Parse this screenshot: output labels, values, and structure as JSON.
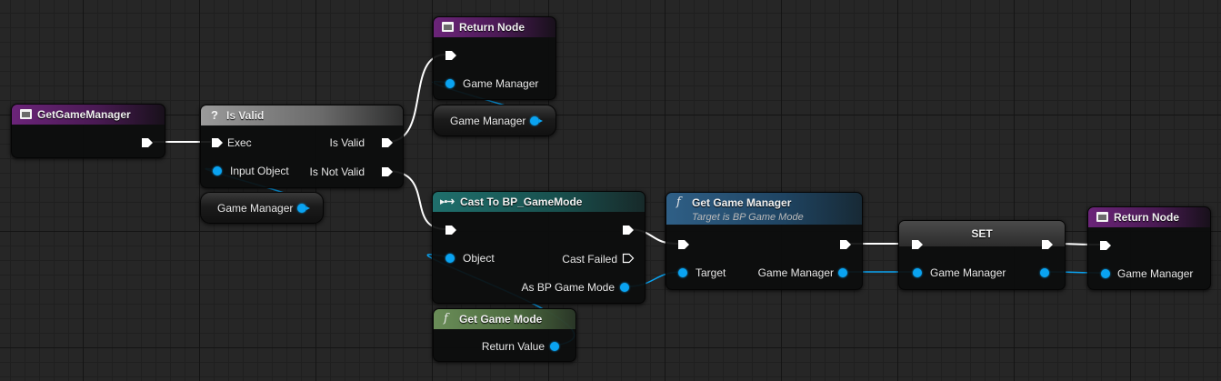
{
  "nodes": {
    "get_game_manager_fn": {
      "title": "GetGameManager",
      "icon": "function-entry-icon"
    },
    "is_valid": {
      "title": "Is Valid",
      "icon": "question-mark-icon",
      "exec_in": "Exec",
      "input_object": "Input Object",
      "is_valid_out": "Is Valid",
      "is_not_valid_out": "Is Not Valid"
    },
    "return_top": {
      "title": "Return Node",
      "icon": "return-icon",
      "pin": "Game Manager"
    },
    "var_game_manager_top": {
      "label": "Game Manager"
    },
    "var_game_manager_left": {
      "label": "Game Manager"
    },
    "cast": {
      "title": "Cast To BP_GameMode",
      "icon": "cast-arrow-icon",
      "object": "Object",
      "cast_failed": "Cast Failed",
      "as_out": "As BP Game Mode"
    },
    "get_game_mode": {
      "title": "Get Game Mode",
      "icon": "function-f-icon",
      "return_value": "Return Value"
    },
    "get_game_manager_call": {
      "title": "Get Game Manager",
      "subtitle": "Target is BP Game Mode",
      "icon": "function-f-icon",
      "target": "Target",
      "out": "Game Manager"
    },
    "set": {
      "title": "SET",
      "pin": "Game Manager"
    },
    "return_right": {
      "title": "Return Node",
      "icon": "return-icon",
      "pin": "Game Manager"
    }
  },
  "colors": {
    "exec_wire": "#ffffff",
    "object_pin": "#0aa3f1",
    "function_header": "#6b2479",
    "pure_header": "#6a8d58",
    "cast_header": "#1f6f6c",
    "call_header": "#2f5f86"
  }
}
